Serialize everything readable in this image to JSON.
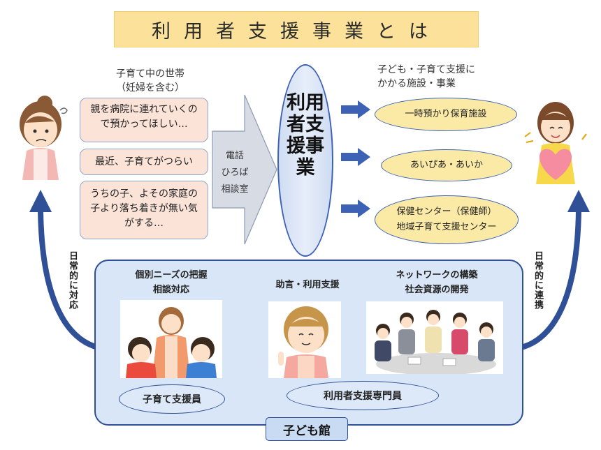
{
  "title": "利用者支援事業とは",
  "household": {
    "label_line1": "子育て中の世帯",
    "label_line2": "（妊婦を含む）",
    "bubbles": [
      "親を病院に連れていくので預かってほしい…",
      "最近、子育てがつらい",
      "うちの子、よその家庭の子より落ち着きが無い気がする…"
    ]
  },
  "channels": [
    "電話",
    "ひろば",
    "相談室"
  ],
  "center": "利用者支援事業",
  "facilities": {
    "label_line1": "子ども・子育て支援に",
    "label_line2": "かかる施設・事業",
    "items": [
      {
        "lines": [
          "一時預かり保育施設"
        ]
      },
      {
        "lines": [
          "あいぴあ・あいか"
        ]
      },
      {
        "lines": [
          "保健センター（保健師）",
          "地域子育て支援センター"
        ]
      }
    ]
  },
  "left_arrow_label": "日常的に対応",
  "right_arrow_label": "日常的に連携",
  "panel": {
    "sections": [
      {
        "head": [
          "個別ニーズの把握",
          "相談対応"
        ]
      },
      {
        "head": [
          "助言・利用支援"
        ]
      },
      {
        "head": [
          "ネットワークの構築",
          "社会資源の開発"
        ]
      }
    ],
    "staff": [
      "子育て支援員",
      "利用者支援専門員"
    ]
  },
  "facility_name": "子ども館",
  "colors": {
    "title_bg": "#fbe19a",
    "bubble_bg": "#fbe3d8",
    "facility_bg": "#fbeaa6",
    "arrow_blue": "#3d62b5",
    "panel_bg": "#d8e6f7",
    "panel_border": "#2f4f97"
  },
  "icons": [
    "worried-mother-icon",
    "smiling-woman-heart-icon",
    "arrow-right-icon",
    "curved-arrow-icon"
  ]
}
